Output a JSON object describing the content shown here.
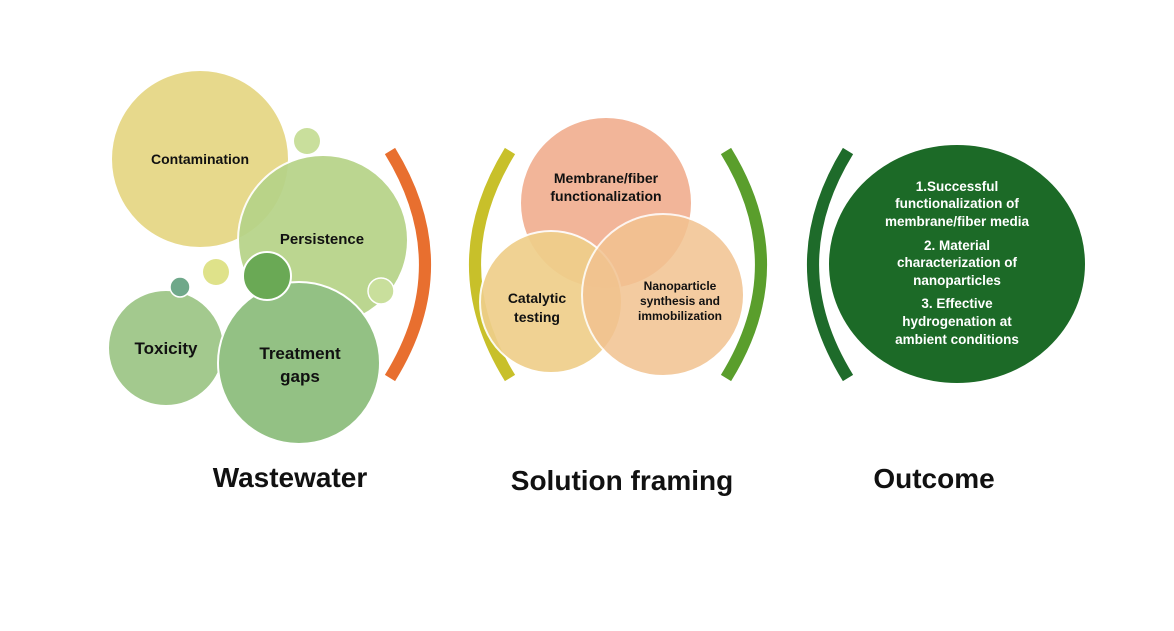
{
  "colors": {
    "contamination": "#e7d98c",
    "persistence": "#b6d388",
    "toxicity": "#a3c98e",
    "treatment_gaps": "#93c184",
    "bubble_dark": "#6aa955",
    "bubble_yellow": "#dfe28a",
    "bubble_teal": "#6fa88a",
    "bubble_light": "#c9df9c",
    "membrane": "#f2b294",
    "nanoparticle": "#f2c290",
    "catalytic": "#efcf8a",
    "overlap": "#eba660",
    "bracket_orange": "#e86f2f",
    "bracket_olive": "#c8c02a",
    "bracket_green": "#5a9e2c",
    "bracket_darkgreen": "#1e6b2a",
    "outcome": "#1c6a27"
  },
  "wastewater": {
    "title": "Wastewater",
    "contamination": "Contamination",
    "persistence": "Persistence",
    "toxicity": "Toxicity",
    "treatment_gaps_line1": "Treatment",
    "treatment_gaps_line2": "gaps"
  },
  "solution": {
    "title": "Solution framing",
    "membrane_line1": "Membrane/fiber",
    "membrane_line2": "functionalization",
    "catalytic_line1": "Catalytic",
    "catalytic_line2": "testing",
    "nano_line1": "Nanoparticle",
    "nano_line2": "synthesis and",
    "nano_line3": "immobilization"
  },
  "outcome": {
    "title": "Outcome",
    "lines": [
      "1.Successful",
      "functionalization of",
      "membrane/fiber media",
      "2. Material",
      "characterization of",
      "nanoparticles",
      "3. Effective",
      "hydrogenation at",
      "ambient conditions"
    ]
  }
}
